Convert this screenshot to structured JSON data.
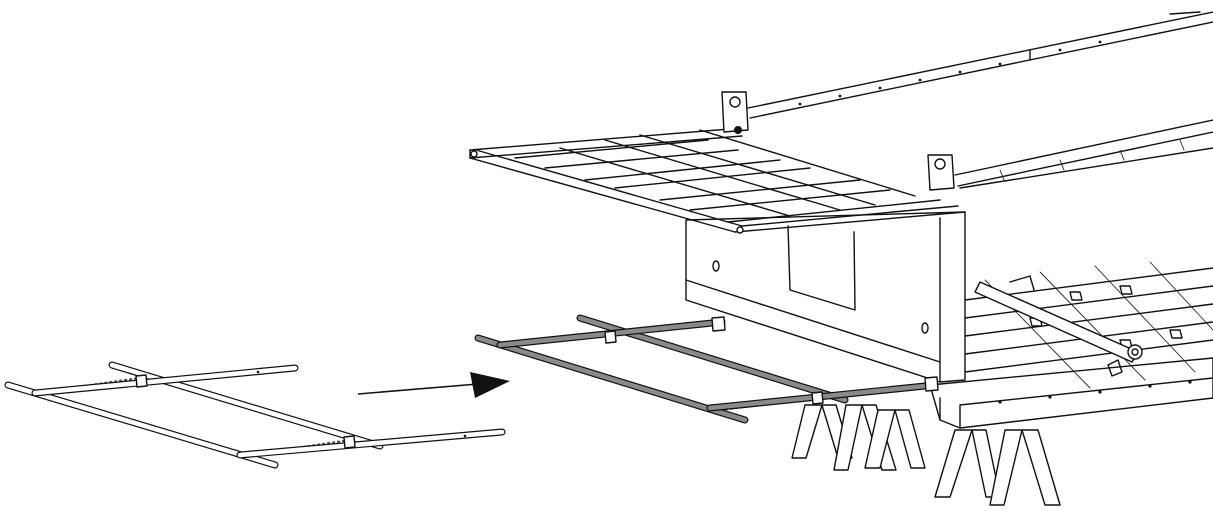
{
  "colors": {
    "line": "#111111",
    "background": "#ffffff",
    "highlight_rod": "#8a8a8a"
  },
  "parts": {
    "loose_frame": "loose-rod-frame",
    "installed_frame": "installed-rod-frame",
    "arrow": "install-direction-arrow",
    "machine": "machine-body",
    "lid": "raised-lid-frame",
    "stands": "sawhorse-stands"
  }
}
